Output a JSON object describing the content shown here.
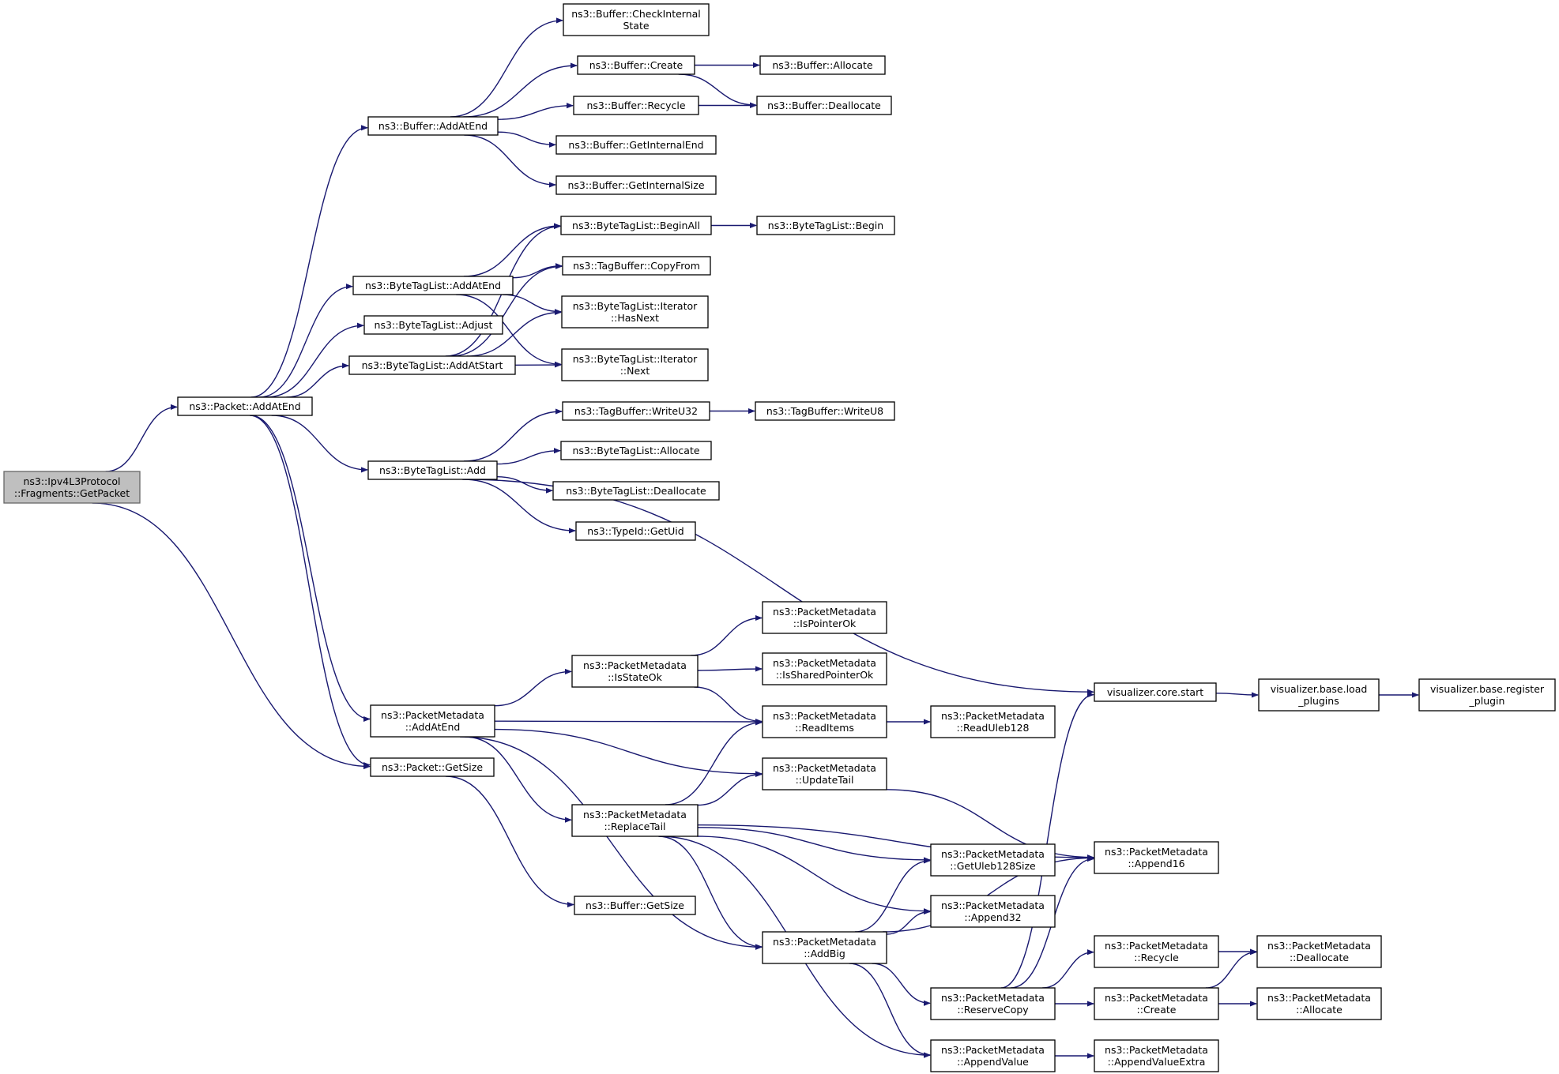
{
  "diagram": {
    "nodes": [
      {
        "id": "root",
        "lines": [
          "ns3::Ipv4L3Protocol",
          "::Fragments::GetPacket"
        ],
        "root": true
      },
      {
        "id": "packet_addatend",
        "lines": [
          "ns3::Packet::AddAtEnd"
        ]
      },
      {
        "id": "packet_getsize",
        "lines": [
          "ns3::Packet::GetSize"
        ]
      },
      {
        "id": "buffer_addatend",
        "lines": [
          "ns3::Buffer::AddAtEnd"
        ]
      },
      {
        "id": "bytetaglist_addatend",
        "lines": [
          "ns3::ByteTagList::AddAtEnd"
        ]
      },
      {
        "id": "bytetaglist_adjust",
        "lines": [
          "ns3::ByteTagList::Adjust"
        ]
      },
      {
        "id": "bytetaglist_addatstart",
        "lines": [
          "ns3::ByteTagList::AddAtStart"
        ]
      },
      {
        "id": "bytetaglist_add",
        "lines": [
          "ns3::ByteTagList::Add"
        ]
      },
      {
        "id": "pm_addatend",
        "lines": [
          "ns3::PacketMetadata",
          "::AddAtEnd"
        ]
      },
      {
        "id": "buffer_checkinternalstate",
        "lines": [
          "ns3::Buffer::CheckInternal",
          "State"
        ]
      },
      {
        "id": "buffer_create",
        "lines": [
          "ns3::Buffer::Create"
        ]
      },
      {
        "id": "buffer_recycle",
        "lines": [
          "ns3::Buffer::Recycle"
        ]
      },
      {
        "id": "buffer_getinternalend",
        "lines": [
          "ns3::Buffer::GetInternalEnd"
        ]
      },
      {
        "id": "buffer_getinternalsize",
        "lines": [
          "ns3::Buffer::GetInternalSize"
        ]
      },
      {
        "id": "buffer_allocate",
        "lines": [
          "ns3::Buffer::Allocate"
        ]
      },
      {
        "id": "buffer_deallocate",
        "lines": [
          "ns3::Buffer::Deallocate"
        ]
      },
      {
        "id": "btl_beginall",
        "lines": [
          "ns3::ByteTagList::BeginAll"
        ]
      },
      {
        "id": "btl_begin",
        "lines": [
          "ns3::ByteTagList::Begin"
        ]
      },
      {
        "id": "tagbuffer_copyfrom",
        "lines": [
          "ns3::TagBuffer::CopyFrom"
        ]
      },
      {
        "id": "btl_iter_hasnext",
        "lines": [
          "ns3::ByteTagList::Iterator",
          "::HasNext"
        ]
      },
      {
        "id": "btl_iter_next",
        "lines": [
          "ns3::ByteTagList::Iterator",
          "::Next"
        ]
      },
      {
        "id": "tagbuffer_writeu32",
        "lines": [
          "ns3::TagBuffer::WriteU32"
        ]
      },
      {
        "id": "tagbuffer_writeu8",
        "lines": [
          "ns3::TagBuffer::WriteU8"
        ]
      },
      {
        "id": "btl_allocate",
        "lines": [
          "ns3::ByteTagList::Allocate"
        ]
      },
      {
        "id": "btl_deallocate",
        "lines": [
          "ns3::ByteTagList::Deallocate"
        ]
      },
      {
        "id": "typeid_getuid",
        "lines": [
          "ns3::TypeId::GetUid"
        ]
      },
      {
        "id": "vis_core_start",
        "lines": [
          "visualizer.core.start"
        ]
      },
      {
        "id": "vis_load_plugins",
        "lines": [
          "visualizer.base.load",
          "_plugins"
        ]
      },
      {
        "id": "vis_register_plugin",
        "lines": [
          "visualizer.base.register",
          "_plugin"
        ]
      },
      {
        "id": "pm_ispointerok",
        "lines": [
          "ns3::PacketMetadata",
          "::IsPointerOk"
        ]
      },
      {
        "id": "pm_isstateok",
        "lines": [
          "ns3::PacketMetadata",
          "::IsStateOk"
        ]
      },
      {
        "id": "pm_issharedpointerok",
        "lines": [
          "ns3::PacketMetadata",
          "::IsSharedPointerOk"
        ]
      },
      {
        "id": "pm_readitems",
        "lines": [
          "ns3::PacketMetadata",
          "::ReadItems"
        ]
      },
      {
        "id": "pm_readuleb128",
        "lines": [
          "ns3::PacketMetadata",
          "::ReadUleb128"
        ]
      },
      {
        "id": "pm_updatetail",
        "lines": [
          "ns3::PacketMetadata",
          "::UpdateTail"
        ]
      },
      {
        "id": "pm_replacetail",
        "lines": [
          "ns3::PacketMetadata",
          "::ReplaceTail"
        ]
      },
      {
        "id": "pm_append16",
        "lines": [
          "ns3::PacketMetadata",
          "::Append16"
        ]
      },
      {
        "id": "pm_getuleb128size",
        "lines": [
          "ns3::PacketMetadata",
          "::GetUleb128Size"
        ]
      },
      {
        "id": "pm_append32",
        "lines": [
          "ns3::PacketMetadata",
          "::Append32"
        ]
      },
      {
        "id": "pm_addbig",
        "lines": [
          "ns3::PacketMetadata",
          "::AddBig"
        ]
      },
      {
        "id": "buffer_getsize",
        "lines": [
          "ns3::Buffer::GetSize"
        ]
      },
      {
        "id": "pm_recycle",
        "lines": [
          "ns3::PacketMetadata",
          "::Recycle"
        ]
      },
      {
        "id": "pm_deallocate",
        "lines": [
          "ns3::PacketMetadata",
          "::Deallocate"
        ]
      },
      {
        "id": "pm_reservecopy",
        "lines": [
          "ns3::PacketMetadata",
          "::ReserveCopy"
        ]
      },
      {
        "id": "pm_create",
        "lines": [
          "ns3::PacketMetadata",
          "::Create"
        ]
      },
      {
        "id": "pm_allocate",
        "lines": [
          "ns3::PacketMetadata",
          "::Allocate"
        ]
      },
      {
        "id": "pm_appendvalue",
        "lines": [
          "ns3::PacketMetadata",
          "::AppendValue"
        ]
      },
      {
        "id": "pm_appendvalueextra",
        "lines": [
          "ns3::PacketMetadata",
          "::AppendValueExtra"
        ]
      }
    ],
    "edges": [
      [
        "root",
        "packet_addatend"
      ],
      [
        "root",
        "packet_getsize"
      ],
      [
        "packet_addatend",
        "buffer_addatend"
      ],
      [
        "packet_addatend",
        "bytetaglist_addatend"
      ],
      [
        "packet_addatend",
        "bytetaglist_adjust"
      ],
      [
        "packet_addatend",
        "bytetaglist_addatstart"
      ],
      [
        "packet_addatend",
        "bytetaglist_add"
      ],
      [
        "packet_addatend",
        "pm_addatend"
      ],
      [
        "packet_addatend",
        "packet_getsize"
      ],
      [
        "buffer_addatend",
        "buffer_checkinternalstate"
      ],
      [
        "buffer_addatend",
        "buffer_create"
      ],
      [
        "buffer_addatend",
        "buffer_recycle"
      ],
      [
        "buffer_addatend",
        "buffer_getinternalend"
      ],
      [
        "buffer_addatend",
        "buffer_getinternalsize"
      ],
      [
        "buffer_create",
        "buffer_allocate"
      ],
      [
        "buffer_create",
        "buffer_deallocate"
      ],
      [
        "buffer_recycle",
        "buffer_deallocate"
      ],
      [
        "bytetaglist_addatend",
        "btl_beginall"
      ],
      [
        "bytetaglist_addatend",
        "tagbuffer_copyfrom"
      ],
      [
        "bytetaglist_addatend",
        "btl_iter_hasnext"
      ],
      [
        "bytetaglist_addatend",
        "btl_iter_next"
      ],
      [
        "bytetaglist_addatstart",
        "btl_beginall"
      ],
      [
        "bytetaglist_addatstart",
        "tagbuffer_copyfrom"
      ],
      [
        "bytetaglist_addatstart",
        "btl_iter_hasnext"
      ],
      [
        "bytetaglist_addatstart",
        "btl_iter_next"
      ],
      [
        "btl_beginall",
        "btl_begin"
      ],
      [
        "bytetaglist_add",
        "tagbuffer_writeu32"
      ],
      [
        "bytetaglist_add",
        "btl_allocate"
      ],
      [
        "bytetaglist_add",
        "btl_deallocate"
      ],
      [
        "bytetaglist_add",
        "typeid_getuid"
      ],
      [
        "bytetaglist_add",
        "vis_core_start"
      ],
      [
        "tagbuffer_writeu32",
        "tagbuffer_writeu8"
      ],
      [
        "vis_core_start",
        "vis_load_plugins"
      ],
      [
        "vis_load_plugins",
        "vis_register_plugin"
      ],
      [
        "pm_addatend",
        "pm_isstateok"
      ],
      [
        "pm_addatend",
        "pm_readitems"
      ],
      [
        "pm_addatend",
        "pm_updatetail"
      ],
      [
        "pm_addatend",
        "pm_replacetail"
      ],
      [
        "pm_addatend",
        "pm_addbig"
      ],
      [
        "pm_isstateok",
        "pm_ispointerok"
      ],
      [
        "pm_isstateok",
        "pm_issharedpointerok"
      ],
      [
        "pm_isstateok",
        "pm_readitems"
      ],
      [
        "pm_readitems",
        "pm_readuleb128"
      ],
      [
        "pm_updatetail",
        "pm_append16"
      ],
      [
        "pm_replacetail",
        "pm_readitems"
      ],
      [
        "pm_replacetail",
        "pm_updatetail"
      ],
      [
        "pm_replacetail",
        "pm_append16"
      ],
      [
        "pm_replacetail",
        "pm_getuleb128size"
      ],
      [
        "pm_replacetail",
        "pm_append32"
      ],
      [
        "pm_replacetail",
        "pm_addbig"
      ],
      [
        "pm_replacetail",
        "pm_appendvalue"
      ],
      [
        "pm_addbig",
        "pm_getuleb128size"
      ],
      [
        "pm_addbig",
        "pm_append32"
      ],
      [
        "pm_addbig",
        "pm_append16"
      ],
      [
        "pm_addbig",
        "pm_reservecopy"
      ],
      [
        "pm_addbig",
        "pm_appendvalue"
      ],
      [
        "packet_getsize",
        "buffer_getsize"
      ],
      [
        "pm_reservecopy",
        "vis_core_start"
      ],
      [
        "pm_reservecopy",
        "pm_append16"
      ],
      [
        "pm_reservecopy",
        "pm_recycle"
      ],
      [
        "pm_reservecopy",
        "pm_create"
      ],
      [
        "pm_recycle",
        "pm_deallocate"
      ],
      [
        "pm_create",
        "pm_deallocate"
      ],
      [
        "pm_create",
        "pm_allocate"
      ],
      [
        "pm_appendvalue",
        "pm_appendvalueextra"
      ]
    ]
  }
}
